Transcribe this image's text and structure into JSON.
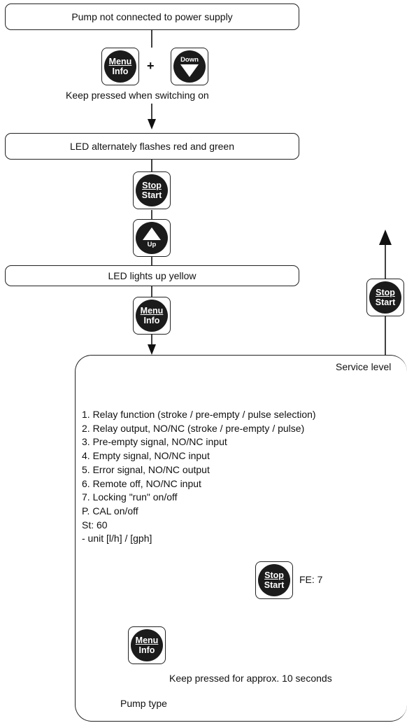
{
  "boxes": {
    "no_power": "Pump not connected to power supply",
    "flashing": "LED alternately flashes red and green",
    "yellow": "LED lights up yellow"
  },
  "labels": {
    "plus": "+",
    "keep_pressed_on": "Keep pressed when switching on",
    "service_level": "Service level",
    "fe": "FE: 7",
    "keep_pressed_10s": "Keep pressed for approx. 10 seconds",
    "pump_type": "Pump type"
  },
  "keys": {
    "menu_top": "Menu",
    "menu_bottom": "Info",
    "stop_top": "Stop",
    "stop_bottom": "Start",
    "down": "Down",
    "up": "Up"
  },
  "service_items": [
    "1. Relay function (stroke / pre-empty / pulse selection)",
    "2. Relay output, NO/NC (stroke / pre-empty / pulse)",
    "3. Pre-empty signal, NO/NC input",
    "4. Empty signal, NO/NC input",
    "5. Error signal, NO/NC output",
    "6. Remote off, NO/NC input",
    "7. Locking \"run\" on/off",
    "P. CAL on/off",
    "St: 60",
    "- unit [l/h] / [gph]"
  ]
}
